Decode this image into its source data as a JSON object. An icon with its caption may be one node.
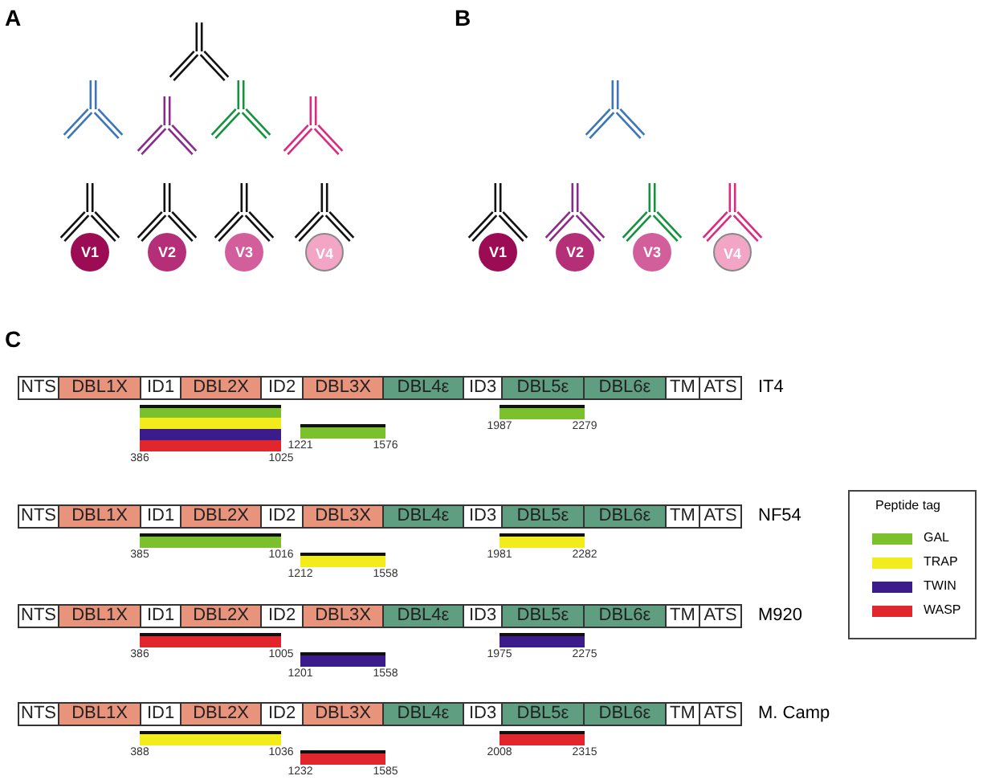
{
  "diagram": {
    "nodes": [
      {
        "text": [
          "V1"
        ]
      },
      {
        "text": [
          "V2"
        ]
      },
      {
        "text": [
          "V3"
        ]
      },
      {
        "text": [
          "V4"
        ]
      },
      {
        "text": [
          "V1"
        ]
      },
      {
        "text": [
          "V2"
        ]
      },
      {
        "text": [
          "V3"
        ]
      },
      {
        "text": [
          "V4"
        ]
      },
      {
        "text": [
          "NTS"
        ]
      },
      {
        "text": [
          "DBL1X"
        ]
      },
      {
        "text": [
          "ID1"
        ]
      },
      {
        "text": [
          "DBL2X"
        ]
      },
      {
        "text": [
          "ID2"
        ]
      },
      {
        "text": [
          "DBL3X"
        ]
      },
      {
        "text": [
          "DBL4ε"
        ]
      },
      {
        "text": [
          "ID3"
        ]
      },
      {
        "text": [
          "DBL5ε"
        ]
      },
      {
        "text": [
          "DBL6ε"
        ]
      },
      {
        "text": [
          "TM"
        ]
      },
      {
        "text": [
          "ATS"
        ]
      },
      {
        "text": [],
        "shape": "bar"
      },
      {
        "text": [],
        "shape": "bar"
      },
      {
        "text": [],
        "shape": "bar"
      },
      {
        "text": [],
        "shape": "bar",
        "beside": [
          "386",
          "1025"
        ]
      },
      {
        "text": [],
        "shape": "bar",
        "beside": [
          "1221",
          "1576"
        ]
      },
      {
        "text": [],
        "shape": "bar",
        "beside": [
          "1987",
          "2279"
        ]
      },
      {
        "text": [
          "NTS"
        ]
      },
      {
        "text": [
          "DBL1X"
        ]
      },
      {
        "text": [
          "ID1"
        ]
      },
      {
        "text": [
          "DBL2X"
        ]
      },
      {
        "text": [
          "ID2"
        ]
      },
      {
        "text": [
          "DBL3X"
        ]
      },
      {
        "text": [
          "DBL4ε"
        ]
      },
      {
        "text": [
          "ID3"
        ]
      },
      {
        "text": [
          "DBL5ε"
        ]
      },
      {
        "text": [
          "DBL6ε"
        ]
      },
      {
        "text": [
          "TM"
        ]
      },
      {
        "text": [
          "ATS"
        ]
      },
      {
        "text": [],
        "shape": "bar",
        "beside": [
          "385",
          "1016"
        ]
      },
      {
        "text": [],
        "shape": "bar",
        "beside": [
          "1212",
          "1558"
        ]
      },
      {
        "text": [],
        "shape": "bar",
        "beside": [
          "1981",
          "2282"
        ]
      },
      {
        "text": [
          "NTS"
        ]
      },
      {
        "text": [
          "DBL1X"
        ]
      },
      {
        "text": [
          "ID1"
        ]
      },
      {
        "text": [
          "DBL2X"
        ]
      },
      {
        "text": [
          "ID2"
        ]
      },
      {
        "text": [
          "DBL3X"
        ]
      },
      {
        "text": [
          "DBL4ε"
        ]
      },
      {
        "text": [
          "ID3"
        ]
      },
      {
        "text": [
          "DBL5ε"
        ]
      },
      {
        "text": [
          "DBL6ε"
        ]
      },
      {
        "text": [
          "TM"
        ]
      },
      {
        "text": [
          "ATS"
        ]
      },
      {
        "text": [],
        "shape": "bar",
        "beside": [
          "386",
          "1005"
        ]
      },
      {
        "text": [],
        "shape": "bar",
        "beside": [
          "1201",
          "1558"
        ]
      },
      {
        "text": [],
        "shape": "bar",
        "beside": [
          "1975",
          "2275"
        ]
      },
      {
        "text": [
          "NTS"
        ]
      },
      {
        "text": [
          "DBL1X"
        ]
      },
      {
        "text": [
          "ID1"
        ]
      },
      {
        "text": [
          "DBL2X"
        ]
      },
      {
        "text": [
          "ID2"
        ]
      },
      {
        "text": [
          "DBL3X"
        ]
      },
      {
        "text": [
          "DBL4ε"
        ]
      },
      {
        "text": [
          "ID3"
        ]
      },
      {
        "text": [
          "DBL5ε"
        ]
      },
      {
        "text": [
          "DBL6ε"
        ]
      },
      {
        "text": [
          "TM"
        ]
      },
      {
        "text": [
          "ATS"
        ]
      },
      {
        "text": [],
        "shape": "bar",
        "beside": [
          "388",
          "1036"
        ]
      },
      {
        "text": [],
        "shape": "bar",
        "beside": [
          "1232",
          "1585"
        ]
      },
      {
        "text": [],
        "shape": "bar",
        "beside": [
          "2008",
          "2315"
        ]
      }
    ],
    "labels": [
      "A",
      "B",
      "C",
      "IT4",
      "NF54",
      "M920",
      "M. Camp",
      "Peptide tag"
    ],
    "legend": [
      {
        "text": "GAL",
        "color": "#7ac12d"
      },
      {
        "text": "TRAP",
        "color": "#f2ec1c"
      },
      {
        "text": "TWIN",
        "color": "#3b1c8a"
      },
      {
        "text": "WASP",
        "color": "#e1262d"
      }
    ]
  }
}
